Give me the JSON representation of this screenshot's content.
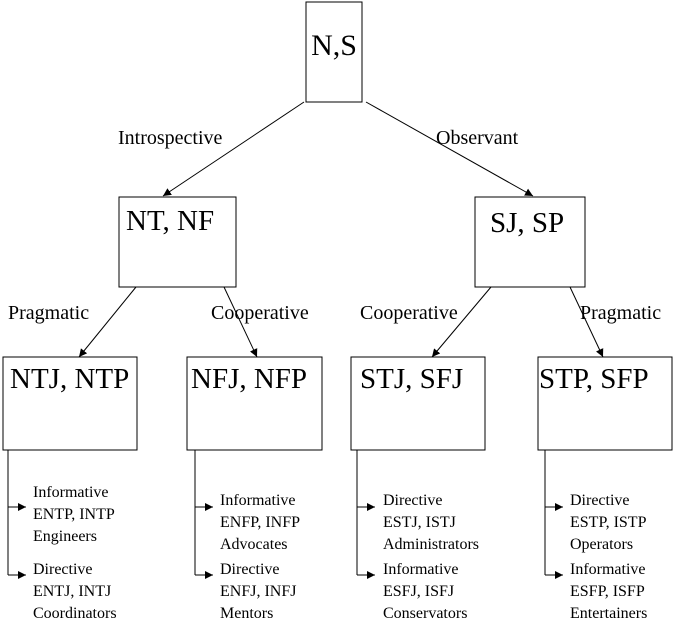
{
  "colors": {
    "line": "#000000",
    "background": "#ffffff"
  },
  "root": {
    "label": "N,S"
  },
  "edges": {
    "introspective": "Introspective",
    "observant": "Observant",
    "nt_nf_left": "Pragmatic",
    "nt_nf_right": "Cooperative",
    "sj_sp_left": "Cooperative",
    "sj_sp_right": "Pragmatic"
  },
  "level1": {
    "left": {
      "label": "NT, NF"
    },
    "right": {
      "label": "SJ, SP"
    }
  },
  "level2": {
    "ntj_ntp": {
      "label": "NTJ, NTP",
      "leaves": [
        {
          "role": "Informative",
          "types": "ENTP, INTP",
          "name": "Engineers"
        },
        {
          "role": "Directive",
          "types": "ENTJ, INTJ",
          "name": "Coordinators"
        }
      ]
    },
    "nfj_nfp": {
      "label": "NFJ, NFP",
      "leaves": [
        {
          "role": "Informative",
          "types": "ENFP, INFP",
          "name": "Advocates"
        },
        {
          "role": "Directive",
          "types": "ENFJ, INFJ",
          "name": "Mentors"
        }
      ]
    },
    "stj_sfj": {
      "label": "STJ, SFJ",
      "leaves": [
        {
          "role": "Directive",
          "types": "ESTJ, ISTJ",
          "name": "Administrators"
        },
        {
          "role": "Informative",
          "types": "ESFJ, ISFJ",
          "name": "Conservators"
        }
      ]
    },
    "stp_sfp": {
      "label": "STP, SFP",
      "leaves": [
        {
          "role": "Directive",
          "types": "ESTP, ISTP",
          "name": "Operators"
        },
        {
          "role": "Informative",
          "types": "ESFP, ISFP",
          "name": "Entertainers"
        }
      ]
    }
  }
}
